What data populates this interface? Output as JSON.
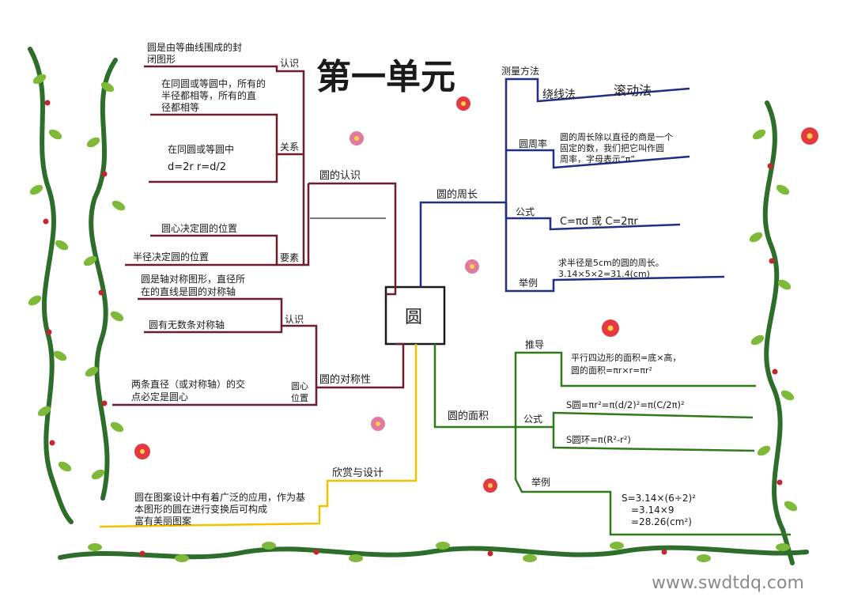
{
  "title": "第一单元",
  "center": "圆",
  "watermark": "www.swdtdq.com",
  "colors": {
    "maroon": "#6b1d2e",
    "gray": "#7a7a7a",
    "navy": "#1f2f86",
    "green": "#2f7a1a",
    "yellow": "#f2c200",
    "vine": "#2c6e2a",
    "leaf": "#7fb93a",
    "flower": "#e4393f",
    "pink": "#e07aa0"
  },
  "left": {
    "recognition": {
      "label": "圆的认识",
      "renshi": {
        "label": "认识",
        "text": [
          "圆是由等曲线围成的封",
          "闭图形"
        ]
      },
      "guanxi": {
        "label": "关系",
        "items": [
          [
            "在同圆或等圆中，所有的",
            "半径都相等，所有的直",
            "径都相等"
          ],
          [
            "在同圆或等圆中",
            "d=2r  r=d/2"
          ]
        ]
      },
      "yaosu": {
        "label": "要素",
        "items": [
          "圆心决定圆的位置",
          "半径决定圆的位置"
        ]
      }
    },
    "symmetry": {
      "label": "圆的对称性",
      "renshi": {
        "label": "认识",
        "items": [
          [
            "圆是轴对称图形，直径所",
            "在的直线是圆的对称轴"
          ],
          [
            "圆有无数条对称轴"
          ]
        ]
      },
      "center_pos": {
        "label": [
          "圆心",
          "位置"
        ],
        "text": [
          "两条直径（或对称轴）的交",
          "点必定是圆心"
        ]
      }
    },
    "design": {
      "label": "欣赏与设计",
      "text": [
        "圆在图案设计中有着广泛的应用，作为基",
        "本图形的圆在进行变换后可构成",
        "富有美丽图案"
      ]
    }
  },
  "right": {
    "circumference": {
      "label": "圆的周长",
      "method": {
        "label": "测量方法",
        "items": [
          "绕线法",
          "滚动法"
        ]
      },
      "pi": {
        "label": "圆周率",
        "text": [
          "圆的周长除以直径的商是一个",
          "固定的数，我们把它叫作圆",
          "周率，字母表示“π”"
        ]
      },
      "formula": {
        "label": "公式",
        "text": "C=πd  或  C=2πr"
      },
      "example": {
        "label": "举例",
        "text": [
          "求半径是5cm的圆的周长。",
          "3.14×5×2=31.4(cm)"
        ]
      }
    },
    "area": {
      "label": "圆的面积",
      "derive": {
        "label": "推导",
        "text": [
          "平行四边形的面积=底×高，",
          "圆的面积=πr×r=πr²"
        ]
      },
      "formula": {
        "label": "公式",
        "items": [
          "S圆=πr²=π(d/2)²=π(C/2π)²",
          "S圆环=π(R²-r²)"
        ]
      },
      "example": {
        "label": "举例",
        "text": [
          "S=3.14×(6÷2)²",
          "=3.14×9",
          "=28.26(cm²)"
        ]
      }
    }
  }
}
